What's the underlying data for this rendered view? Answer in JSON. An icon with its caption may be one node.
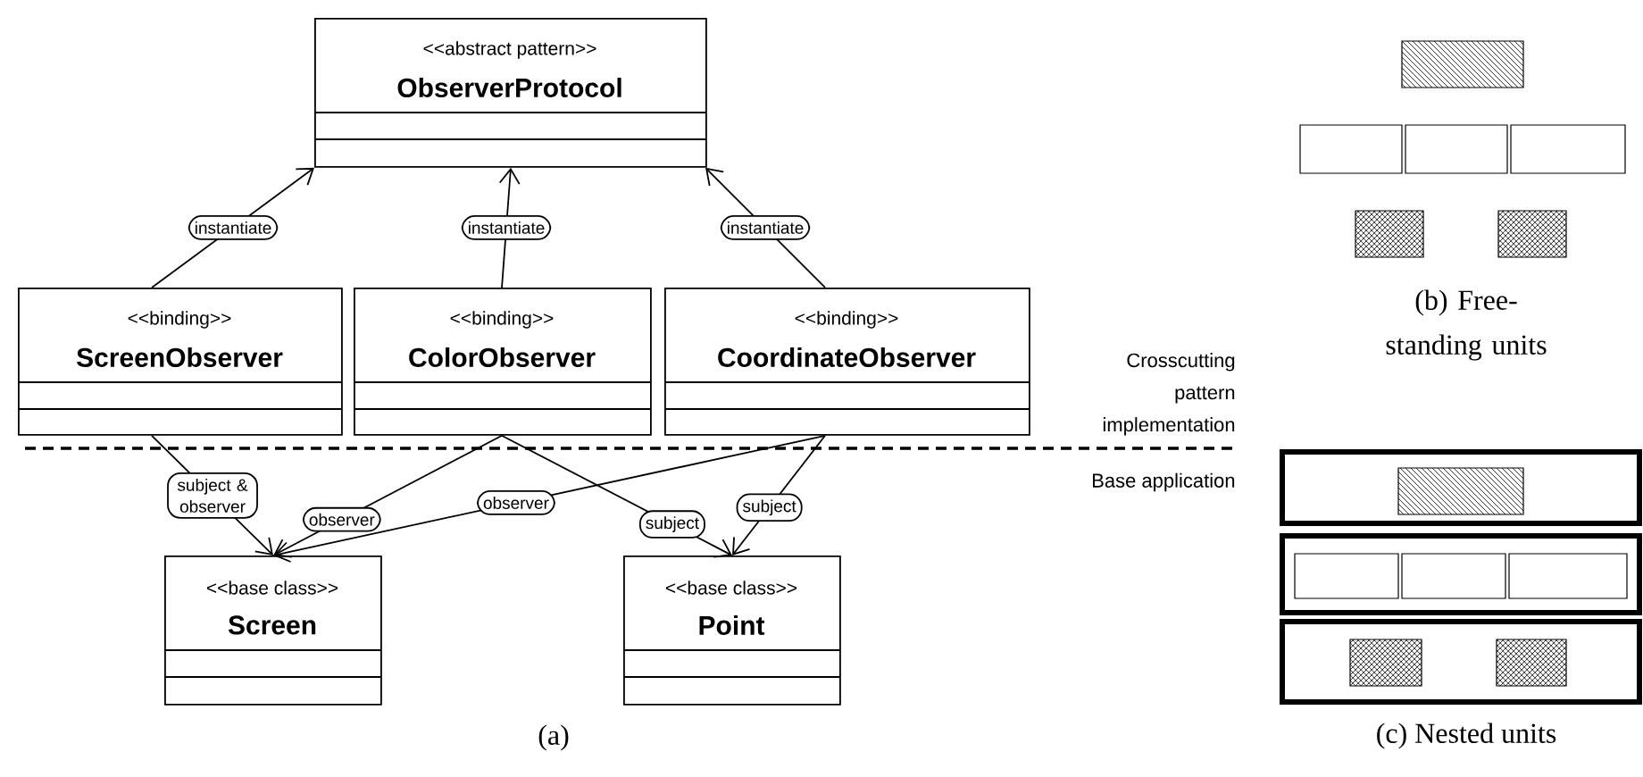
{
  "diagram": {
    "nodes": [
      {
        "text": [
          "<<abstract pattern>>",
          "ObserverProtocol"
        ]
      },
      {
        "text": [
          "<<binding>>",
          "ScreenObserver"
        ]
      },
      {
        "text": [
          "<<binding>>",
          "ColorObserver"
        ]
      },
      {
        "text": [
          "<<binding>>",
          "CoordinateObserver"
        ]
      },
      {
        "text": [
          "<<base class>>",
          "Screen"
        ]
      },
      {
        "text": [
          "<<base class>>",
          "Point"
        ]
      }
    ],
    "edges": [
      {
        "from": 1,
        "to": 0,
        "arrow": "to",
        "label": "instantiate"
      },
      {
        "from": 2,
        "to": 0,
        "arrow": "to",
        "label": "instantiate"
      },
      {
        "from": 3,
        "to": 0,
        "arrow": "to",
        "label": "instantiate"
      },
      {
        "from": 1,
        "to": 4,
        "arrow": "to",
        "label": "subject & observer"
      },
      {
        "from": 2,
        "to": 4,
        "arrow": "to",
        "label": "observer"
      },
      {
        "from": 3,
        "to": 4,
        "arrow": "to",
        "label": "observer"
      },
      {
        "from": 2,
        "to": 5,
        "arrow": "to",
        "label": "subject"
      },
      {
        "from": 3,
        "to": 5,
        "arrow": "to",
        "label": "subject"
      }
    ],
    "labels": [
      "Crosscutting pattern implementation",
      "Base application",
      "(a)",
      "(b) Free-standing units",
      "(c) Nested units"
    ]
  }
}
